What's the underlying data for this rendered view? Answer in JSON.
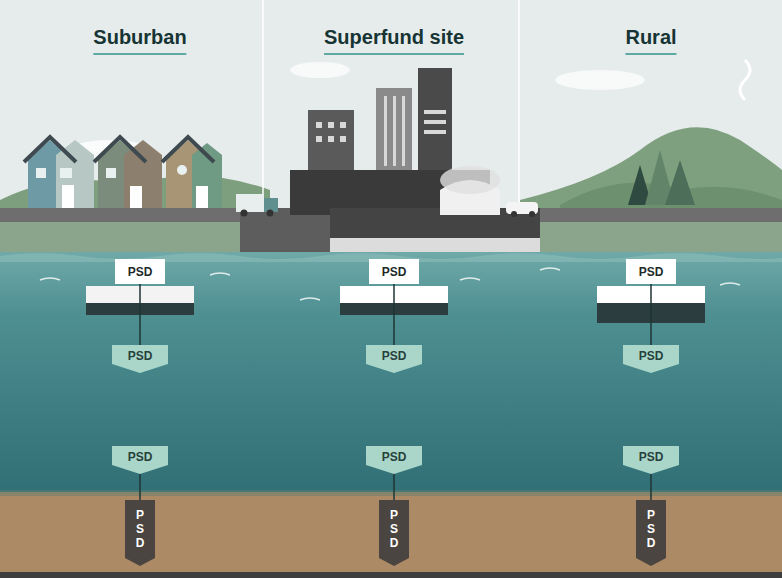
{
  "diagram": {
    "nodes": [
      {
        "text": [
          "PSD"
        ]
      },
      {
        "text": [
          "PSD"
        ]
      },
      {
        "text": [
          "PSD"
        ]
      },
      {
        "text": [
          "PSD"
        ]
      },
      {
        "text": [
          "PSD"
        ]
      },
      {
        "text": [
          "PSD"
        ]
      },
      {
        "text": [
          "PSD"
        ]
      },
      {
        "text": [
          "PSD"
        ]
      },
      {
        "text": [
          "PSD"
        ]
      },
      {
        "text": [
          "PSD"
        ]
      },
      {
        "text": [
          "PSD"
        ]
      },
      {
        "text": [
          "PSD"
        ]
      }
    ],
    "edges": [
      {
        "from": 0,
        "to": 1,
        "arrow": "none"
      },
      {
        "from": 2,
        "to": 3,
        "arrow": "none"
      },
      {
        "from": 4,
        "to": 5,
        "arrow": "none"
      },
      {
        "from": 6,
        "to": 7,
        "arrow": "none"
      },
      {
        "from": 8,
        "to": 9,
        "arrow": "none"
      },
      {
        "from": 10,
        "to": 11,
        "arrow": "none"
      }
    ],
    "labels": [
      "Suburban",
      "Superfund site",
      "Rural"
    ]
  }
}
